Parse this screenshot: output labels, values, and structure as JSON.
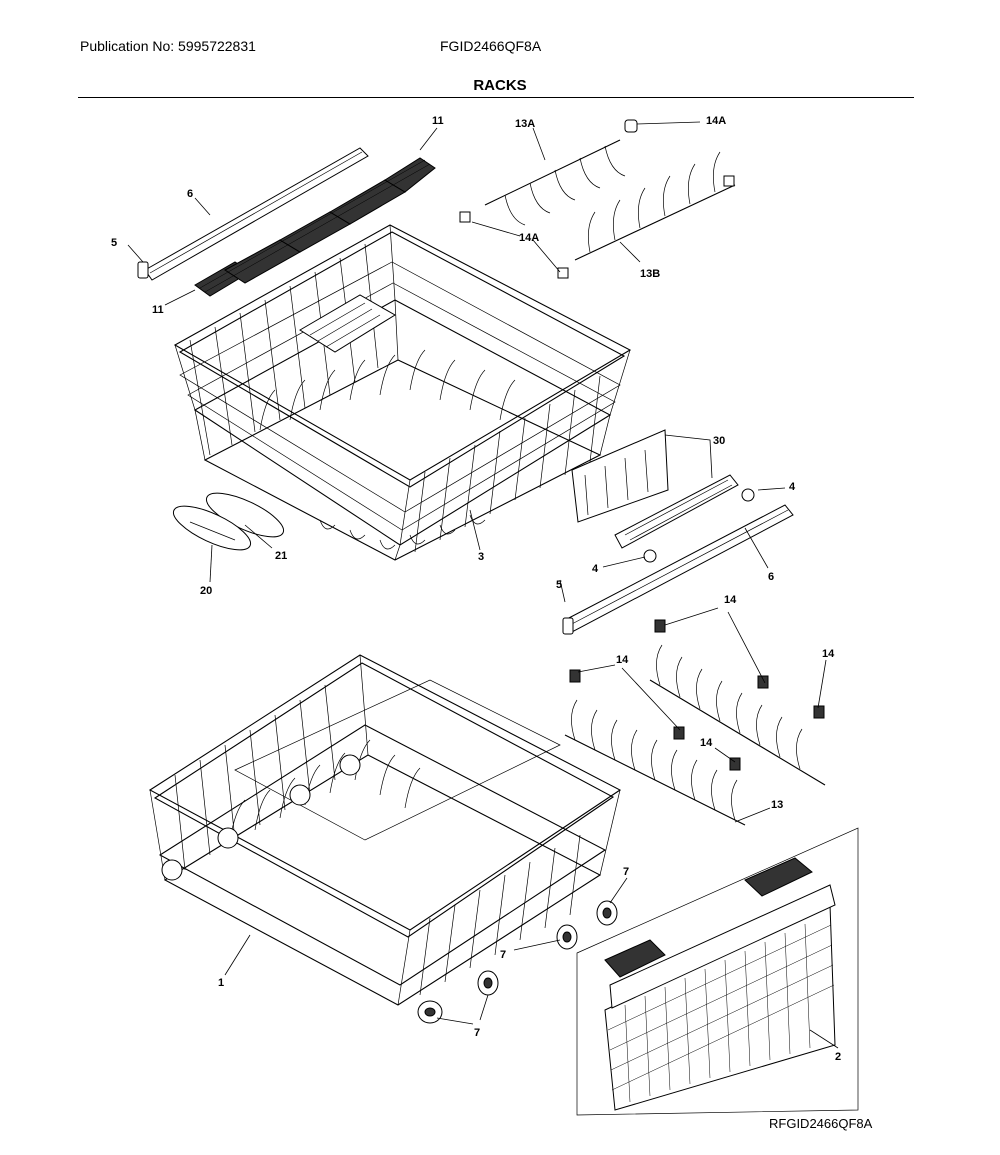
{
  "header": {
    "publication": "Publication No: 5995722831",
    "model": "FGID2466QF8A",
    "title": "RACKS"
  },
  "footer": {
    "drawing_id": "RFGID2466QF8A"
  },
  "callouts": {
    "c11a": "11",
    "c11b": "11",
    "c6a": "6",
    "c5a": "5",
    "c13A": "13A",
    "c14Aa": "14A",
    "c14Ab": "14A",
    "c13B": "13B",
    "c30": "30",
    "c4a": "4",
    "c4b": "4",
    "c6b": "6",
    "c5b": "5",
    "c3": "3",
    "c21": "21",
    "c20": "20",
    "c14a": "14",
    "c14b": "14",
    "c14c": "14",
    "c14d": "14",
    "c13": "13",
    "c7a": "7",
    "c7b": "7",
    "c7c": "7",
    "c1": "1",
    "c2": "2"
  }
}
